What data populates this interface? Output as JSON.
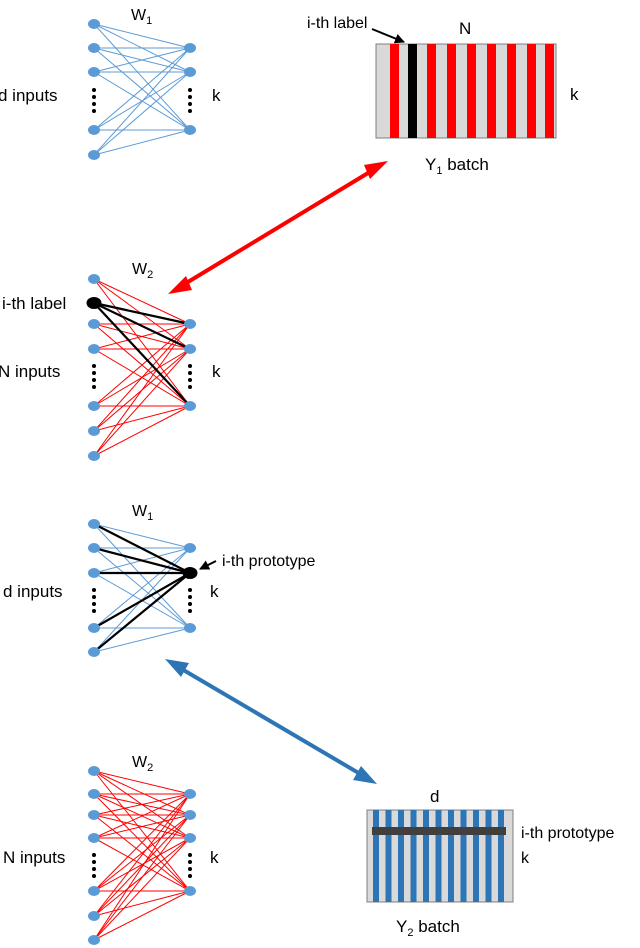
{
  "colors": {
    "node": "#5b9bd5",
    "highlight": "#000000",
    "w1_edge": "#5b9bd5",
    "w2_edge": "#ff0000",
    "batch_bg": "#d9d9d9",
    "y1_stripe": "#ff0000",
    "y2_stripe": "#2e75b6",
    "prototype_bar": "#404040",
    "arrow_red": "#ff0000",
    "arrow_blue": "#2e75b6"
  },
  "panel1": {
    "weight_label": "W",
    "weight_sub": "1",
    "inputs_label": "d inputs",
    "outputs_label": "k",
    "batch": {
      "top_label": "N",
      "side_label": "k",
      "pointer_label": "i-th label",
      "caption_main": "Y",
      "caption_sub": "1",
      "caption_rest": " batch"
    }
  },
  "panel2": {
    "weight_label": "W",
    "weight_sub": "2",
    "highlight_label": "i-th label",
    "inputs_label": "N inputs",
    "outputs_label": "k"
  },
  "panel3": {
    "weight_label": "W",
    "weight_sub": "1",
    "highlight_label": "i-th prototype",
    "inputs_label": "d inputs",
    "outputs_label": "k"
  },
  "panel4": {
    "weight_label": "W",
    "weight_sub": "2",
    "inputs_label": "N inputs",
    "outputs_label": "k",
    "batch": {
      "top_label": "d",
      "side_label": "k",
      "prototype_label": "i-th prototype",
      "caption_main": "Y",
      "caption_sub": "2",
      "caption_rest": " batch"
    }
  }
}
